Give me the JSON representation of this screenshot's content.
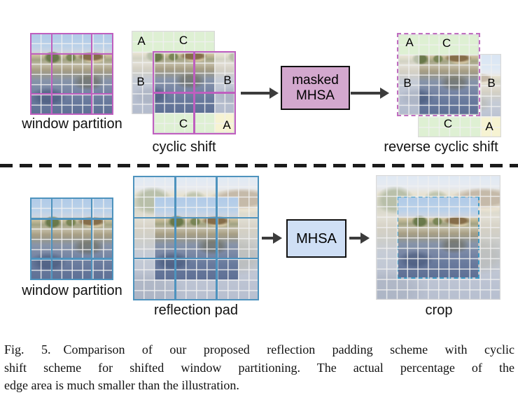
{
  "top_row": {
    "window_partition": {
      "label": "window partition"
    },
    "cyclic_shift": {
      "label": "cyclic shift",
      "regions": {
        "a": "A",
        "b": "B",
        "c": "C"
      }
    },
    "masked_mhsa": {
      "line1": "masked",
      "line2": "MHSA"
    },
    "reverse_cyclic_shift": {
      "label": "reverse cyclic shift",
      "regions": {
        "a": "A",
        "b": "B",
        "c": "C"
      }
    }
  },
  "bottom_row": {
    "window_partition": {
      "label": "window partition"
    },
    "reflection_pad": {
      "label": "reflection pad"
    },
    "mhsa": {
      "label": "MHSA"
    },
    "crop": {
      "label": "crop"
    }
  },
  "caption": {
    "lines": [
      "Fig. 5.  Comparison of our proposed reflection padding scheme with cyclic",
      "shift scheme for shifted window partitioning. The actual percentage of the",
      "edge area is much smaller than the illustration."
    ]
  },
  "colors": {
    "window_line_magenta": "#bf5fbf",
    "window_dash_magenta": "#c06ec0",
    "window_line_blue": "#4e93be",
    "crop_dash_blue": "#3f9ac4",
    "masked_mhsa_bg": "#d3a8ce",
    "mhsa_bg": "#cfdff5",
    "region_green": "#def0d3",
    "region_yellow": "#f6f3d2",
    "arrow_color": "#3c3c3c",
    "divider_color": "#1b1b1b"
  }
}
